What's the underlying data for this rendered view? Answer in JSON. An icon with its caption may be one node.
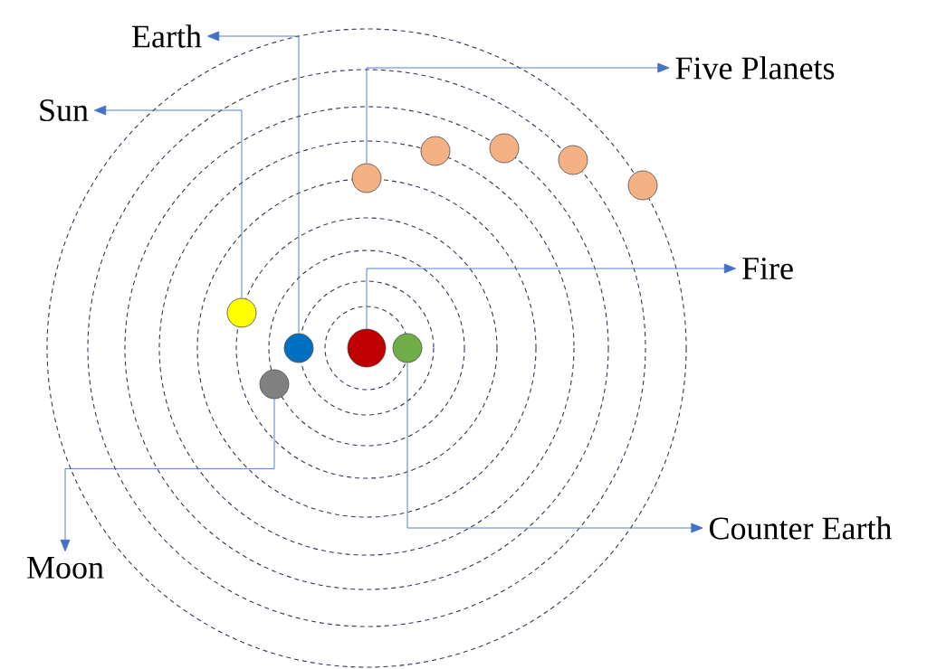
{
  "diagram": {
    "nodes": [
      {
        "text": [
          "Earth"
        ]
      },
      {
        "text": [
          "Five Planets"
        ]
      },
      {
        "text": [
          "Sun"
        ]
      },
      {
        "text": [],
        "shape": "circle"
      },
      {
        "text": [],
        "shape": "circle"
      },
      {
        "text": [],
        "shape": "circle"
      },
      {
        "text": [],
        "shape": "circle"
      },
      {
        "text": [],
        "shape": "circle"
      },
      {
        "text": [
          "Fire"
        ]
      },
      {
        "text": [],
        "shape": "circle"
      },
      {
        "text": [],
        "shape": "circle"
      },
      {
        "text": [],
        "shape": "circle"
      },
      {
        "text": [],
        "shape": "circle"
      },
      {
        "text": [],
        "shape": "circle"
      },
      {
        "text": [
          "Counter Earth"
        ]
      },
      {
        "text": [
          "Moon"
        ]
      }
    ],
    "edges": [
      {
        "from": 10,
        "to": 0,
        "arrow": "to"
      },
      {
        "from": 3,
        "to": 1,
        "arrow": "to"
      },
      {
        "from": 9,
        "to": 2,
        "arrow": "to"
      },
      {
        "from": 11,
        "to": 8,
        "arrow": "to"
      },
      {
        "from": 12,
        "to": 14,
        "arrow": "to"
      },
      {
        "from": 13,
        "to": 15,
        "arrow": "to"
      }
    ]
  }
}
